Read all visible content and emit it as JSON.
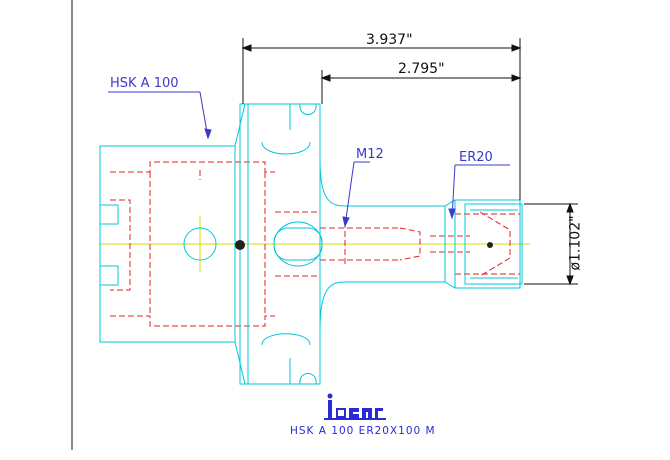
{
  "drawing": {
    "dimensions": {
      "overall_length": "3.937\"",
      "projection_length": "2.795\"",
      "diameter": "ø1.102\""
    },
    "labels": {
      "shank": "HSK A 100",
      "thread": "M12",
      "collet": "ER20"
    },
    "caption": "HSK A 100 ER20X100 M",
    "colors": {
      "outline": "#00c8d8",
      "hidden": "#e02020",
      "centerline": "#d8d800",
      "dimension": "#111111",
      "label": "#3a3ad0",
      "logo": "#2a2ad8"
    }
  }
}
